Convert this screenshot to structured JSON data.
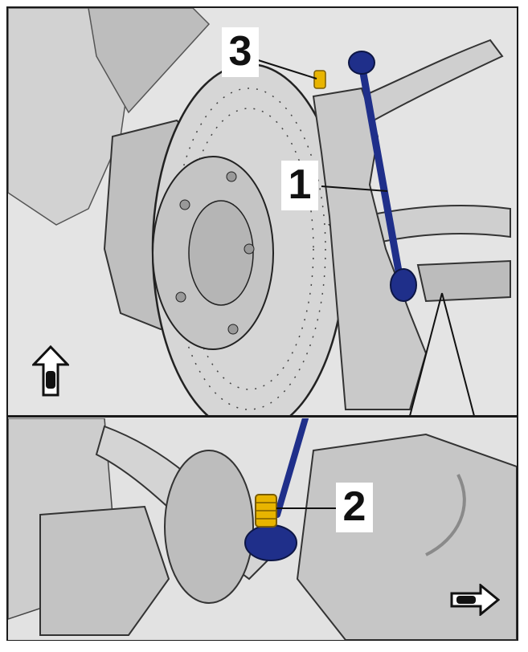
{
  "callouts": {
    "part_1": "1",
    "part_2": "2",
    "part_3": "3"
  },
  "icons": {
    "forward_arrow": "up-arrow-with-car-icon",
    "direction_arrow": "right-arrow-with-car-icon"
  },
  "colors": {
    "stabilizer_link": "#1f2f8a",
    "bolt_yellow": "#e8b400",
    "metal_gray": "#c9c9c9",
    "outline": "#1a1a1a"
  }
}
